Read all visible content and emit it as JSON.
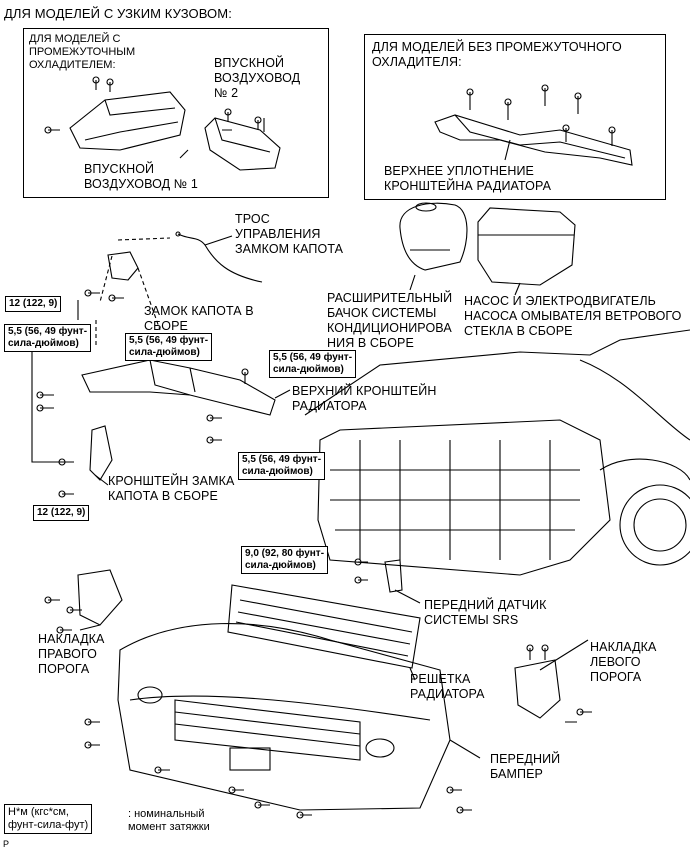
{
  "header": "ДЛЯ МОДЕЛЕЙ С УЗКИМ КУЗОВОМ:",
  "inset_left": {
    "title": "ДЛЯ МОДЕЛЕЙ С\nПРОМЕЖУТОЧНЫМ\nОХЛАДИТЕЛЕМ:",
    "label_duct2": "ВПУСКНОЙ\nВОЗДУХОВОД\n№ 2",
    "label_duct1": "ВПУСКНОЙ\nВОЗДУХОВОД № 1"
  },
  "inset_right": {
    "title": "ДЛЯ МОДЕЛЕЙ БЕЗ ПРОМЕЖУТОЧНОГО\nОХЛАДИТЕЛЯ:",
    "label_seal": "ВЕРХНЕЕ УПЛОТНЕНИЕ\nКРОНШТЕЙНА РАДИАТОРА"
  },
  "labels": {
    "hood_cable": "ТРОС\nУПРАВЛЕНИЯ\nЗАМКОМ КАПОТА",
    "hood_lock": "ЗАМОК КАПОТА В\nСБОРЕ",
    "expansion_tank": "РАСШИРИТЕЛЬНЫЙ\nБАЧОК СИСТЕМЫ\nКОНДИЦИОНИРОВА\nНИЯ В СБОРЕ",
    "washer_pump": "НАСОС И ЭЛЕКТРОДВИГАТЕЛЬ\nНАСОСА ОМЫВАТЕЛЯ ВЕТРОВОГО\nСТЕКЛА В СБОРЕ",
    "upper_bracket": "ВЕРХНИЙ КРОНШТЕЙН\nРАДИАТОРА",
    "lock_bracket": "КРОНШТЕЙН ЗАМКА\nКАПОТА В СБОРЕ",
    "srs_sensor": "ПЕРЕДНИЙ ДАТЧИК\nСИСТЕМЫ SRS",
    "right_sill": "НАКЛАДКА\nПРАВОГО\nПОРОГА",
    "grille": "РЕШЕТКА\nРАДИАТОРА",
    "left_sill": "НАКЛАДКА\nЛЕВОГО\nПОРОГА",
    "bumper": "ПЕРЕДНИЙ\nБАМПЕР"
  },
  "torques": {
    "t1": "12 (122, 9)",
    "t2": "5,5 (56, 49 фунт-\nсила-дюймов)",
    "t3": "5,5 (56, 49 фунт-\nсила-дюймов)",
    "t4": "5,5 (56, 49 фунт-\nсила-дюймов)",
    "t5": "5,5 (56, 49 фунт-\nсила-дюймов)",
    "t6": "12 (122, 9)",
    "t7": "9,0 (92, 80 фунт-\nсила-дюймов)"
  },
  "legend": {
    "box": "Н*м (кгс*см,\nфунт-сила-фут)",
    "text": ": номинальный\nмомент затяжки"
  },
  "corner_mark": "P"
}
